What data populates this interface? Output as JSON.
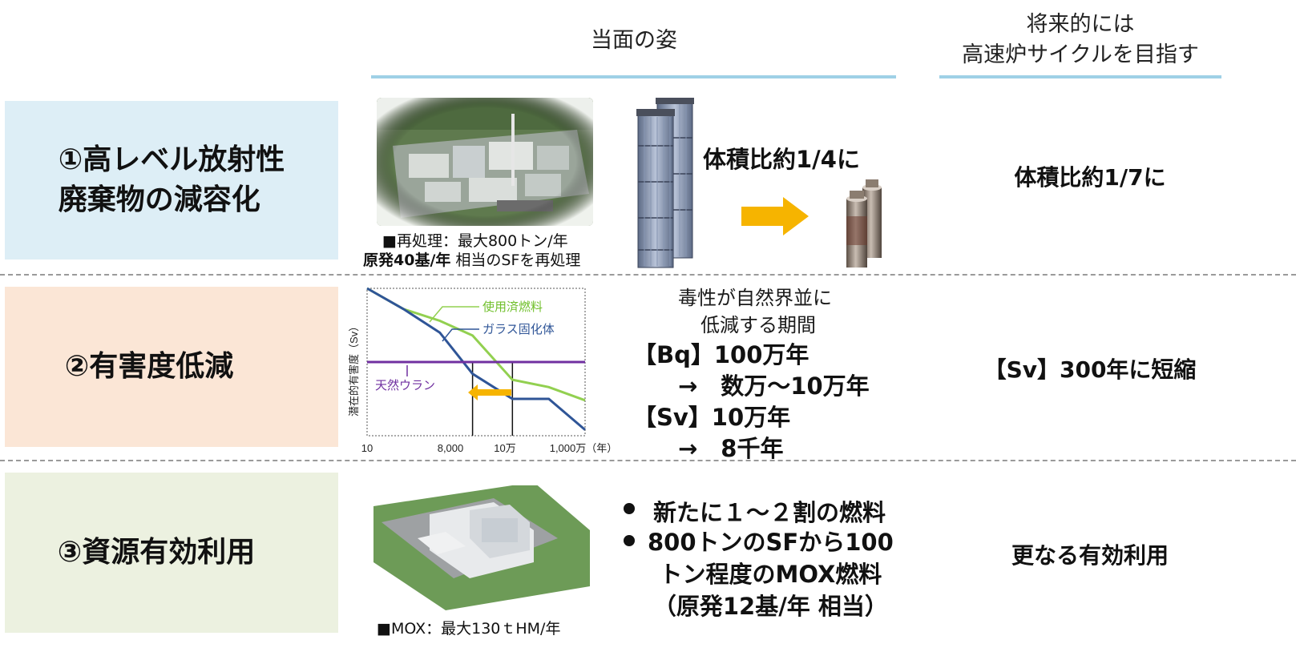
{
  "header": {
    "current": "当面の姿",
    "future_line1": "将来的には",
    "future_line2": "高速炉サイクルを目指す"
  },
  "rows": {
    "volume": {
      "label": "①高レベル放射性\n 廃棄物の減容化",
      "current_text": "体積比約1/4に",
      "caption_line1": "■再処理：最大800トン/年",
      "caption_line2_bold": "原発40基/年",
      "caption_line2_rest": " 相当のSFを再処理",
      "future": "体積比約1/7に"
    },
    "toxicity": {
      "label": "②有害度低減",
      "intro_line1": "毒性が自然界並に",
      "intro_line2": "低減する期間",
      "bq_line": "【Bq】100万年",
      "bq_arrow": "→　数万～10万年",
      "sv_line": "【Sv】10万年",
      "sv_arrow": "→　8千年",
      "future": "【Sv】300年に短縮"
    },
    "resource": {
      "label": "③資源有効利用",
      "bullets": [
        "新たに１～２割の燃料",
        "800トンのSFから100\nトン程度のMOX燃料\n（原発12基/年 相当）"
      ],
      "caption": "■MOX：最大130ｔHM/年",
      "future": "更なる有効利用"
    }
  },
  "colors": {
    "row1_bg": "#ddeef6",
    "row2_bg": "#fbe6d6",
    "row3_bg": "#ecf1e0",
    "header_line": "#9fd1e6",
    "arrow": "#f6b400",
    "spent_fuel": "#92d050",
    "vitrified": "#2f5597",
    "natural_uranium": "#7030a0"
  },
  "chart_data": {
    "type": "line",
    "ylabel": "潜在的有害度（Sv）",
    "x_ticks": [
      "10",
      "8,000",
      "10万",
      "1,000万（年）"
    ],
    "x_scale": "log",
    "series": [
      {
        "name": "使用済燃料",
        "points": [
          [
            10,
            1.0
          ],
          [
            100,
            0.86
          ],
          [
            1000,
            0.78
          ],
          [
            8000,
            0.68
          ],
          [
            100000,
            0.38
          ],
          [
            1000000,
            0.33
          ],
          [
            10000000,
            0.24
          ]
        ]
      },
      {
        "name": "ガラス固化体",
        "points": [
          [
            10,
            1.0
          ],
          [
            100,
            0.86
          ],
          [
            1000,
            0.7
          ],
          [
            8000,
            0.42
          ],
          [
            100000,
            0.25
          ],
          [
            1000000,
            0.25
          ],
          [
            10000000,
            0.04
          ]
        ]
      },
      {
        "name": "天然ウラン",
        "points": [
          [
            10,
            0.5
          ],
          [
            10000000,
            0.5
          ]
        ]
      }
    ],
    "markers": [
      8000,
      100000
    ]
  }
}
